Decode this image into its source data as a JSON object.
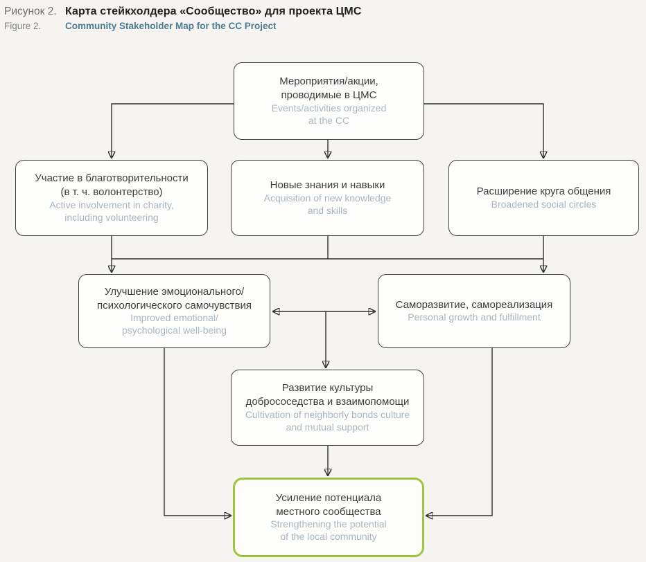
{
  "caption": {
    "label_ru": "Рисунок 2.",
    "title_ru": "Карта стейкхолдера «Сообщество» для проекта ЦМС",
    "label_en": "Figure 2.",
    "title_en": "Community Stakeholder Map for the CC Project"
  },
  "nodes": {
    "events": {
      "ru": "Мероприятия/акции,\nпроводимые в ЦМС",
      "en": "Events/activities organized\nat the CC"
    },
    "charity": {
      "ru": "Участие в благотворительности\n(в т. ч. волонтерство)",
      "en": "Active involvement in charity,\nincluding volunteering"
    },
    "knowledge": {
      "ru": "Новые знания и навыки",
      "en": "Acquisition of new knowledge\nand skills"
    },
    "social_circles": {
      "ru": "Расширение круга общения",
      "en": "Broadened social circles"
    },
    "wellbeing": {
      "ru": "Улучшение эмоционального/\nпсихологического самочувствия",
      "en": "Improved emotional/\npsychological well-being"
    },
    "growth": {
      "ru": "Саморазвитие, самореализация",
      "en": "Personal growth and fulfillment"
    },
    "neighborliness": {
      "ru": "Развитие культуры\nдобрососедства и взаимопомощи",
      "en": "Cultivation of neighborly bonds culture\nand mutual support"
    },
    "community_potential": {
      "ru": "Усиление потенциала\nместного сообщества",
      "en": "Strengthening the potential\nof the local community"
    }
  },
  "edges": [
    {
      "from": "events",
      "to": "charity"
    },
    {
      "from": "events",
      "to": "knowledge"
    },
    {
      "from": "events",
      "to": "social_circles"
    },
    {
      "from": [
        "charity",
        "knowledge",
        "social_circles"
      ],
      "to": [
        "wellbeing",
        "growth"
      ]
    },
    {
      "from": "wellbeing",
      "to": "growth",
      "bidirectional": true
    },
    {
      "from": [
        "wellbeing",
        "growth"
      ],
      "to": "neighborliness"
    },
    {
      "from": "neighborliness",
      "to": "community_potential"
    },
    {
      "from": "wellbeing",
      "to": "community_potential"
    },
    {
      "from": "growth",
      "to": "community_potential"
    }
  ],
  "colors": {
    "background": "#f5f4f1",
    "box_fill": "#fdfdfc",
    "box_border": "#3e3e3e",
    "highlight_border": "#9dc43d",
    "ru_text": "#3c3c3c",
    "en_text": "#a9b6bf",
    "title_en": "#4c7b92",
    "arrow": "#2f2f2f"
  }
}
